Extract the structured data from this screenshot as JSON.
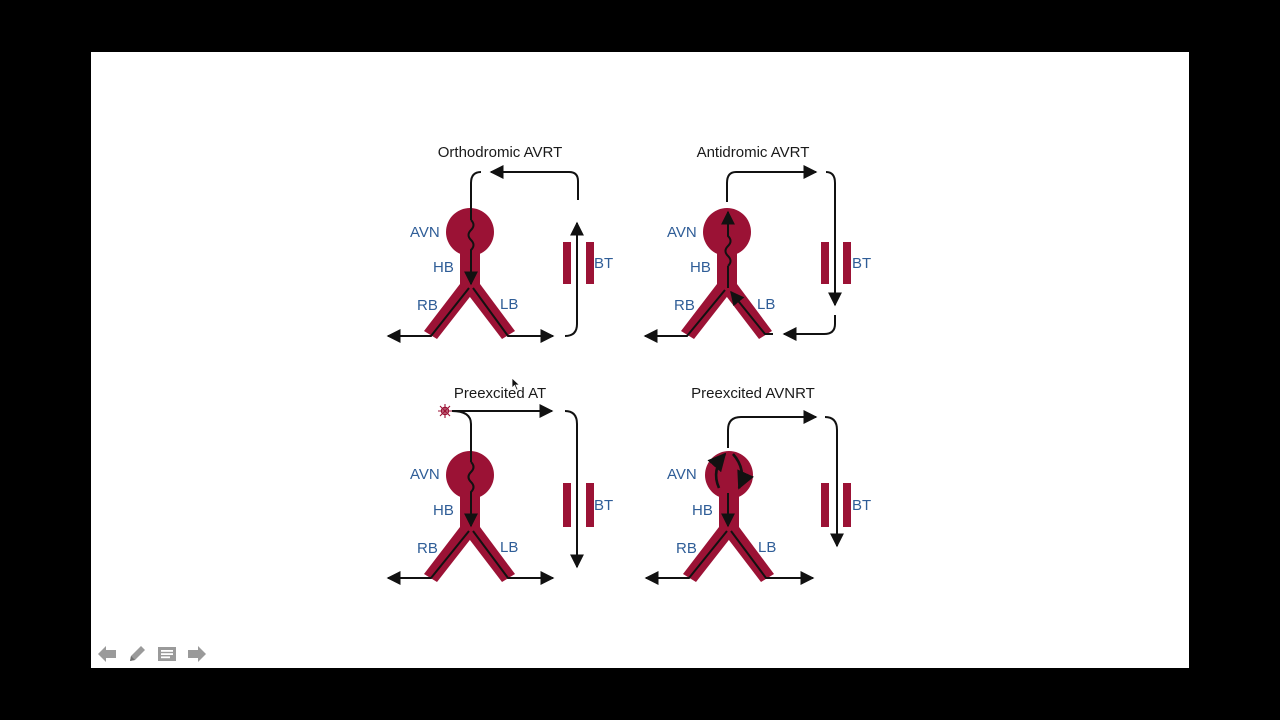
{
  "panels": [
    {
      "title": "Orthodromic AVRT",
      "avn": "AVN",
      "hb": "HB",
      "rb": "RB",
      "lb": "LB",
      "bt": "BT"
    },
    {
      "title": "Antidromic AVRT",
      "avn": "AVN",
      "hb": "HB",
      "rb": "RB",
      "lb": "LB",
      "bt": "BT"
    },
    {
      "title": "Preexcited AT",
      "avn": "AVN",
      "hb": "HB",
      "rb": "RB",
      "lb": "LB",
      "bt": "BT"
    },
    {
      "title": "Preexcited AVNRT",
      "avn": "AVN",
      "hb": "HB",
      "rb": "RB",
      "lb": "LB",
      "bt": "BT"
    }
  ],
  "colors": {
    "tissue": "#9b1235",
    "label": "#2f5d97",
    "arrow": "#111111",
    "controls": "#9a9a9a"
  },
  "controls": [
    {
      "icon": "arrow-left-icon"
    },
    {
      "icon": "pencil-icon"
    },
    {
      "icon": "notes-icon"
    },
    {
      "icon": "arrow-right-icon"
    }
  ]
}
